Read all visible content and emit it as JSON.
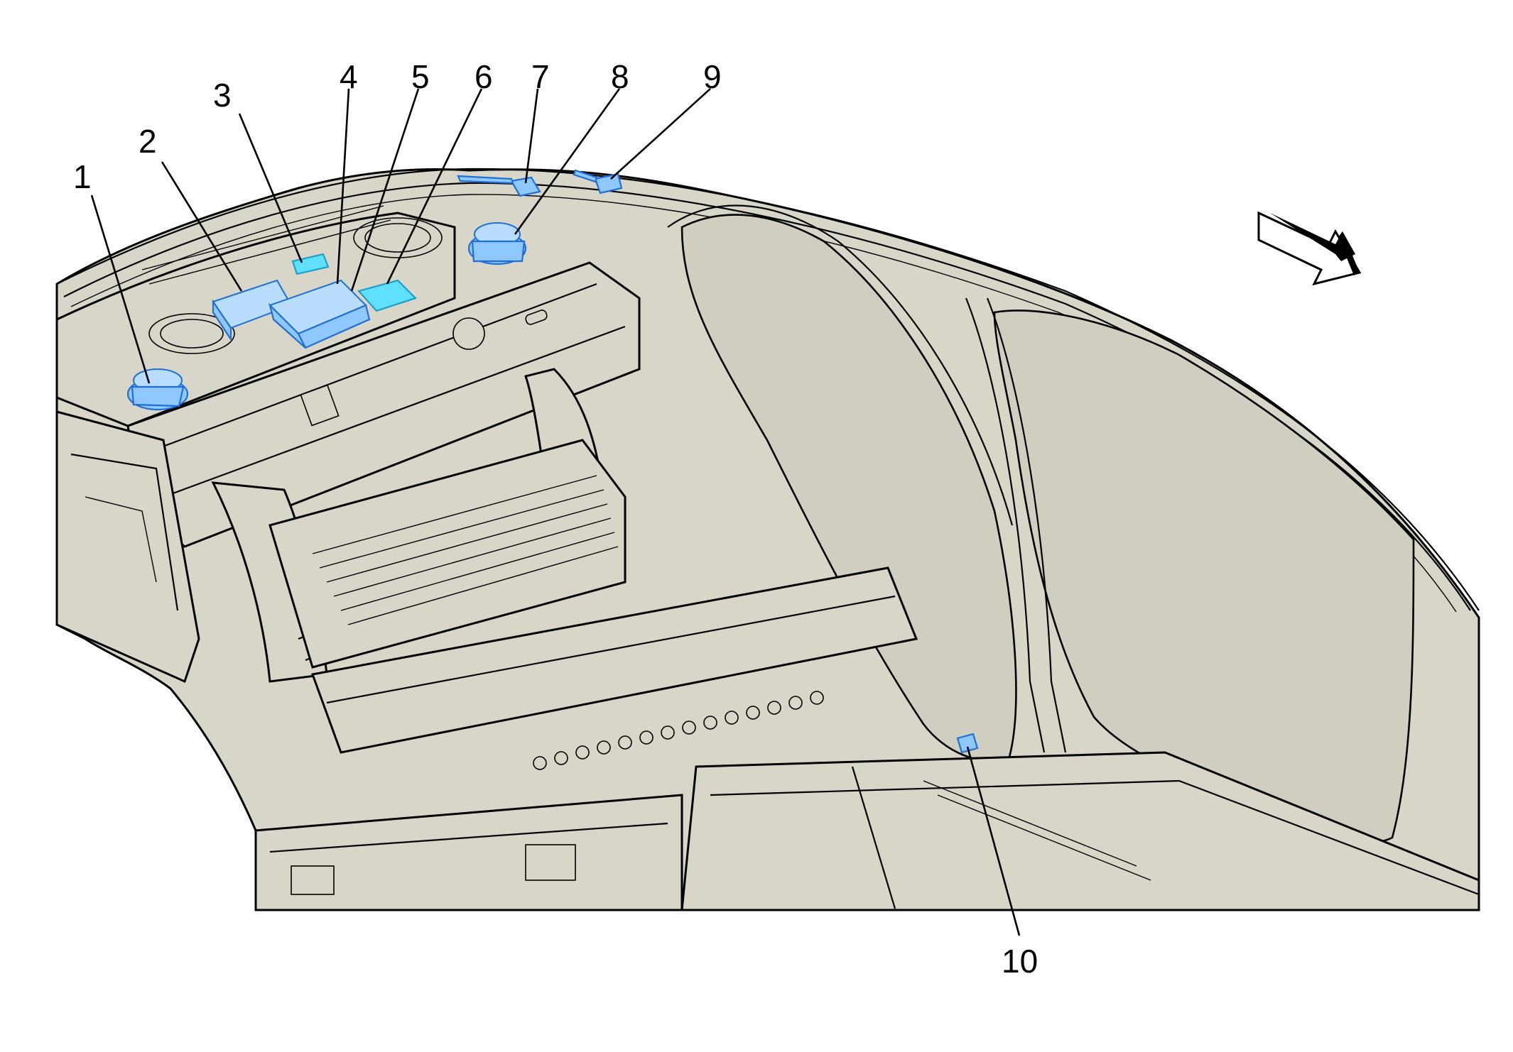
{
  "diagram": {
    "callouts": [
      {
        "id": 1,
        "label": "1"
      },
      {
        "id": 2,
        "label": "2"
      },
      {
        "id": 3,
        "label": "3"
      },
      {
        "id": 4,
        "label": "4"
      },
      {
        "id": 5,
        "label": "5"
      },
      {
        "id": 6,
        "label": "6"
      },
      {
        "id": 7,
        "label": "7"
      },
      {
        "id": 8,
        "label": "8"
      },
      {
        "id": 9,
        "label": "9"
      },
      {
        "id": 10,
        "label": "10"
      }
    ],
    "direction_arrow_icon": "direction-arrow-icon",
    "colors": {
      "body": "#d8d6c9",
      "component_blue": "#8ec8ff",
      "component_cyan": "#5fe0ff",
      "outline": "#000000"
    }
  }
}
